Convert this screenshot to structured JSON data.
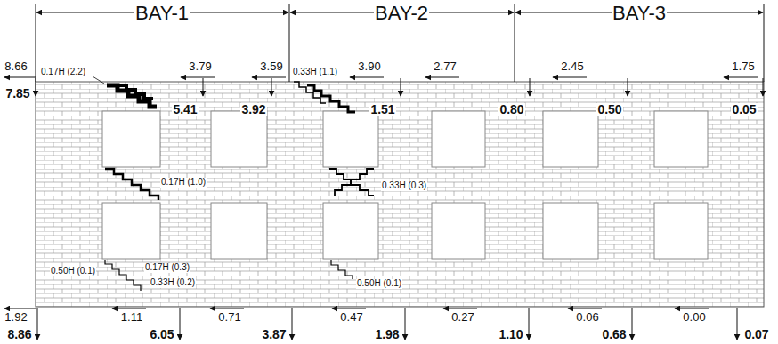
{
  "diagram": {
    "labels": [
      "BAY-1",
      "BAY-2",
      "BAY-3",
      "8.66",
      "3.79",
      "3.59",
      "3.90",
      "2.77",
      "2.45",
      "1.75",
      "7.85",
      "5.41",
      "3.92",
      "1.51",
      "0.80",
      "0.50",
      "0.05",
      "0.17H (2.2)",
      "0.33H (1.1)",
      "0.17H (1.0)",
      "0.33H (0.3)",
      "0.50H (0.1)",
      "0.17H (0.3)",
      "0.33H (0.2)",
      "0.50H (0.1)",
      "1.92",
      "1.11",
      "0.71",
      "0.47",
      "0.27",
      "0.06",
      "0.00",
      "8.86",
      "6.05",
      "3.87",
      "1.98",
      "1.10",
      "0.68",
      "0.07"
    ]
  }
}
